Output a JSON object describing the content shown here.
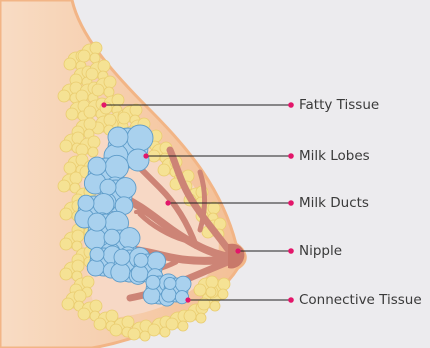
{
  "labels": [
    {
      "id": "fatty",
      "text": "Fatty Tissue"
    },
    {
      "id": "lobes",
      "text": "Milk Lobes"
    },
    {
      "id": "ducts",
      "text": "Milk Ducts"
    },
    {
      "id": "nipple",
      "text": "Nipple"
    },
    {
      "id": "connective",
      "text": "Connective Tissue"
    }
  ],
  "colors": {
    "background": "#ecebee",
    "skin": "#f6c9a4",
    "skin_outline": "#f3b88a",
    "fat": "#f5e294",
    "lobe": "#a9d1ee",
    "lobe_outline": "#5e9cc9",
    "duct": "#cd8476",
    "leader_line": "#222222",
    "marker": "#e3166a"
  },
  "icons": {
    "marker": "dot-marker"
  }
}
